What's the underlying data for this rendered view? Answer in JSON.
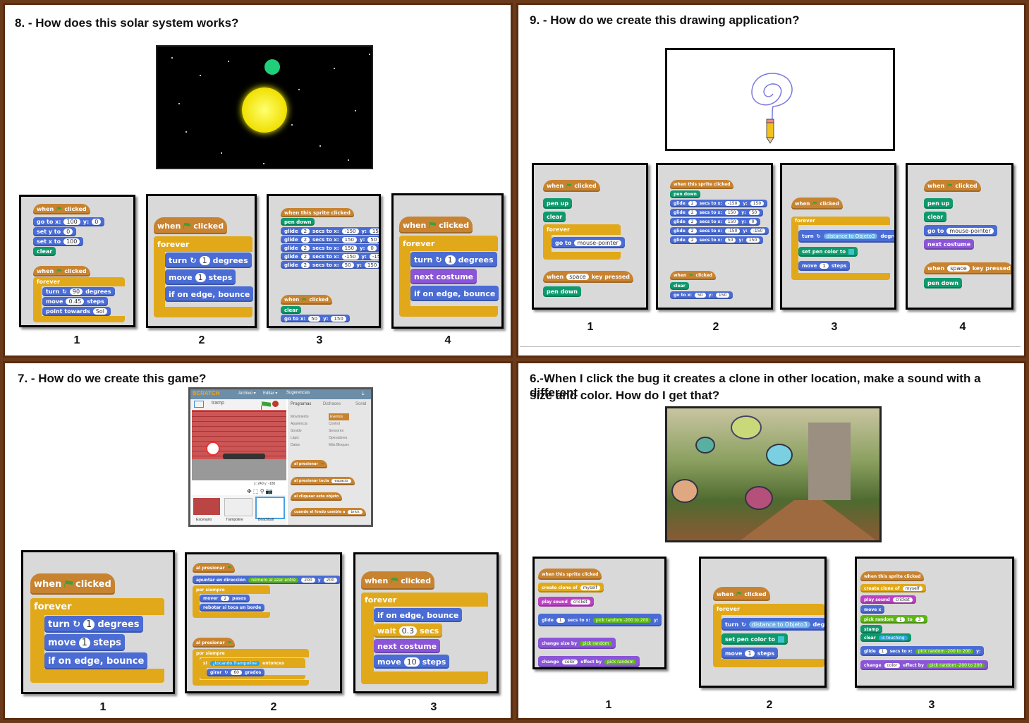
{
  "panels": {
    "p8": {
      "title": "8. - How does this solar system works?",
      "numbers": [
        "1",
        "2",
        "3",
        "4"
      ]
    },
    "p9": {
      "title": "9. - How do we create this drawing application?",
      "numbers": [
        "1",
        "2",
        "3",
        "4"
      ]
    },
    "p7": {
      "title": "7. - How do we create this game?",
      "numbers": [
        "1",
        "2",
        "3"
      ]
    },
    "p6": {
      "title_line1": "6.-When I click the bug it creates a clone in other location, make a sound with a different",
      "title_line2": "size and color. How do I get that?",
      "numbers": [
        "1",
        "2",
        "3"
      ]
    }
  },
  "blocks": {
    "when": "when",
    "clicked": "clicked",
    "forever": "forever",
    "turn": "turn",
    "degrees": "degrees",
    "move": "move",
    "steps": "steps",
    "bounce": "if on edge, bounce",
    "next_costume": "next costume",
    "go_to_x": "go to x:",
    "y": "y:",
    "set_y": "set y to",
    "set_x": "set x to",
    "clear": "clear",
    "point_towards": "point towards",
    "sol": "Sol",
    "when_sprite": "when this sprite clicked",
    "pen_down": "pen down",
    "pen_up": "pen up",
    "glide": "glide",
    "secs_to_x": "secs to x:",
    "go_to": "go to",
    "mouse_pointer": "mouse-pointer",
    "key_pressed": "key pressed",
    "space": "space",
    "distance_to": "distance to",
    "objeto3": "Objeto3",
    "set_pen_color": "set pen color to",
    "wait": "wait",
    "secs": "secs",
    "create_clone": "create clone of",
    "myself": "myself",
    "play_sound": "play sound",
    "cricket": "cricket",
    "pick_random": "pick random",
    "to": "to",
    "change_size": "change size by",
    "change": "change",
    "color": "color",
    "effect_by": "effect by",
    "stamp": "stamp",
    "touching": "is touching",
    "al_presionar": "al presionar",
    "apuntar": "apuntar en dirección",
    "numero_azar": "número al azar entre",
    "y_es": "y",
    "por_siempre": "por siempre",
    "mover": "mover",
    "pasos": "pasos",
    "rebotar": "rebotar si toca un borde",
    "si": "si",
    "tocando": "¿tocando",
    "trampoline": "Trampoline",
    "entonces": "entonces",
    "girar": "girar",
    "grados": "grados",
    "move_x": "move x"
  },
  "values": {
    "v100": "100",
    "v0": "0",
    "v90": "90",
    "v045": "0.45",
    "v1": "1",
    "v2": "2",
    "vm150": "-150",
    "v150": "150",
    "v50": "50",
    "v03": "0.3",
    "v10": "10",
    "v60": "60",
    "v200": "200",
    "vm200": "-200",
    "v3": "3"
  },
  "game_window": {
    "logo": "SCRATCH",
    "menu": [
      "Archivo ▾",
      "Editar ▾",
      "Sugerencias"
    ],
    "sprite_name": "tramp",
    "tabs": [
      "Programas",
      "Disfraces",
      "Sonid"
    ],
    "categories_left": [
      "Movimiento",
      "Apariencia",
      "Sonido",
      "Lápiz",
      "Datos"
    ],
    "categories_right": [
      "Eventos",
      "Control",
      "Sensores",
      "Operadores",
      "Más Bloques"
    ],
    "palette": [
      "al presionar",
      "al presionar tecla",
      "espacio",
      "al cliquear este objeto",
      "cuando el fondo cambie a",
      "brick"
    ],
    "coords": "x: 240  y: -180",
    "sprites": [
      "Escenario",
      "Trampoline",
      "Beachball"
    ]
  },
  "colors": {
    "frame": "#6b3a1a",
    "events": "#c88330",
    "control": "#e1a91a",
    "motion": "#4a6cd4",
    "pen": "#0e9a6c",
    "looks": "#8a55d7"
  }
}
